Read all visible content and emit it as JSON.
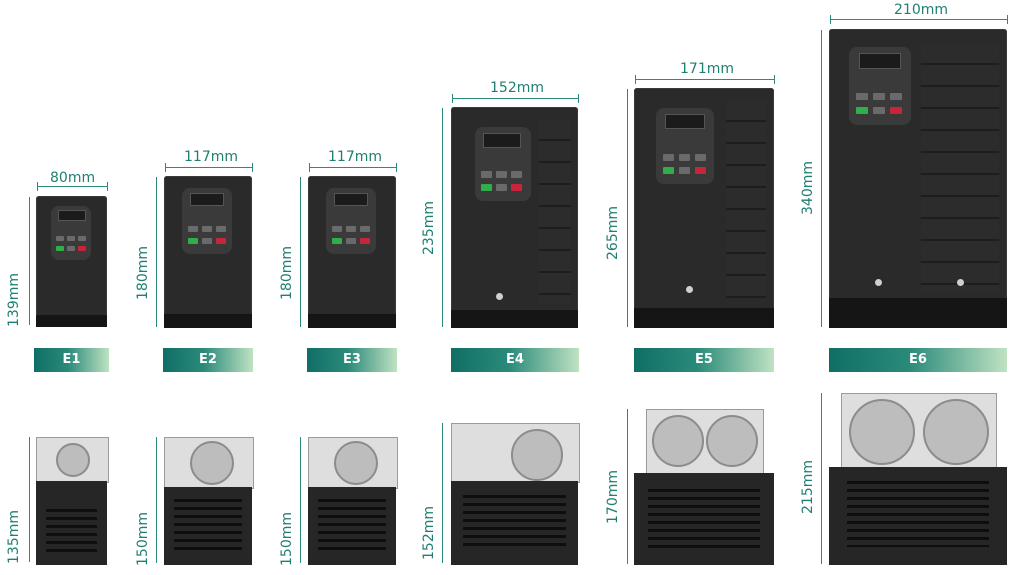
{
  "models": [
    {
      "label": "E1",
      "width": "80mm",
      "height": "139mm",
      "depth": "135mm"
    },
    {
      "label": "E2",
      "width": "117mm",
      "height": "180mm",
      "depth": "150mm"
    },
    {
      "label": "E3",
      "width": "117mm",
      "height": "180mm",
      "depth": "150mm"
    },
    {
      "label": "E4",
      "width": "152mm",
      "height": "235mm",
      "depth": "152mm"
    },
    {
      "label": "E5",
      "width": "171mm",
      "height": "265mm",
      "depth": "170mm"
    },
    {
      "label": "E6",
      "width": "210mm",
      "height": "340mm",
      "depth": "215mm"
    }
  ],
  "colors": {
    "accent": "#1f7f72",
    "label_start": "#0f6f66",
    "label_end": "#bfe2c2",
    "run_button": "#2fae4a",
    "stop_button": "#c8243c"
  }
}
